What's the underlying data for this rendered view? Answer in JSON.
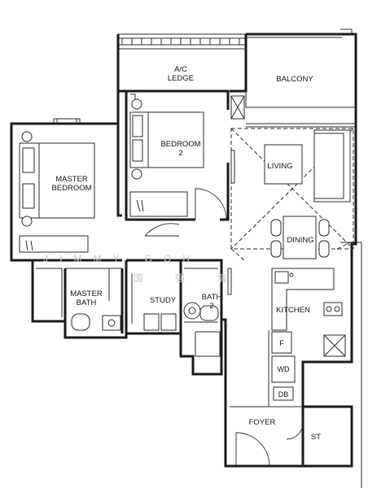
{
  "rooms": {
    "ac_ledge": [
      "A/C",
      "LEDGE"
    ],
    "balcony": "BALCONY",
    "bedroom2": [
      "BEDROOM",
      "2"
    ],
    "master_bedroom": [
      "MASTER",
      "BEDROOM"
    ],
    "living": "LIVING",
    "dining": "DINING",
    "master_bath": [
      "MASTER",
      "BATH"
    ],
    "study": "STUDY",
    "bath2": [
      "BATH",
      "2"
    ],
    "kitchen": "KITCHEN",
    "fridge": "F",
    "washer_dryer": "WD",
    "db": "DB",
    "foyer": "FOYER",
    "store": "ST"
  },
  "watermark": "JIMMY GOH",
  "watermark_cn": "国 强 清"
}
